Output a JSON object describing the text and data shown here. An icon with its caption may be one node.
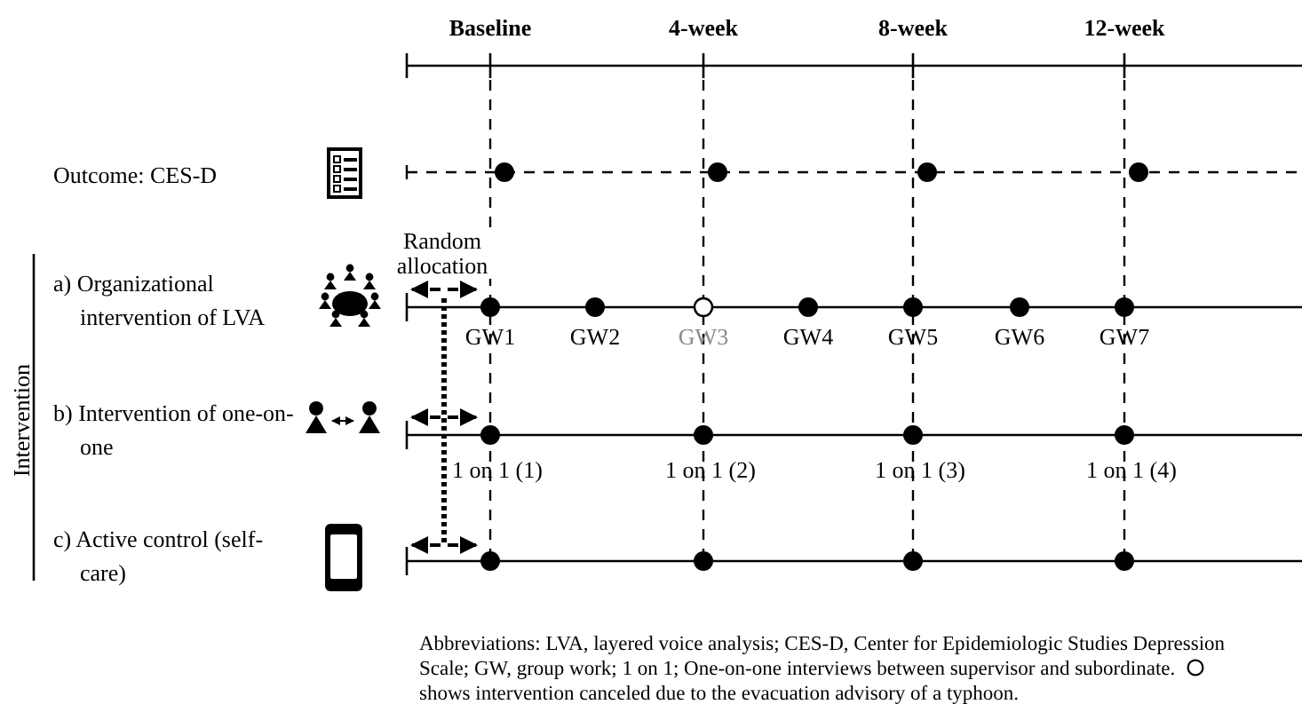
{
  "diagram": {
    "labels": [
      "Baseline",
      "4-week",
      "8-week",
      "12-week",
      "Outcome: CES-D",
      "Random allocation",
      "a) Organizational intervention of LVA",
      "GW1",
      "GW2",
      "GW3",
      "GW4",
      "GW5",
      "GW6",
      "GW7",
      "Intervention",
      "b) Intervention of one-on-one",
      "1 on 1 (1)",
      "1 on 1 (2)",
      "1 on 1 (3)",
      "1 on 1 (4)",
      "c) Active control (self-care)",
      "Abbreviations: LVA, layered voice analysis; CES-D, Center for Epidemiologic Studies Depression Scale; GW, group work; 1 on 1; One-on-one interviews between supervisor and subordinate.",
      "shows intervention canceled due to the evacuation advisory of a typhoon."
    ]
  }
}
